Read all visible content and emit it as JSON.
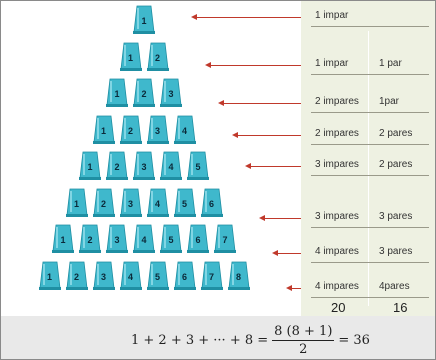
{
  "rows": [
    {
      "cups": [
        "1"
      ],
      "odd": "1 impar",
      "even": ""
    },
    {
      "cups": [
        "1",
        "2"
      ],
      "odd": "1 impar",
      "even": "1 par"
    },
    {
      "cups": [
        "1",
        "2",
        "3"
      ],
      "odd": "2 impares",
      "even": "1par"
    },
    {
      "cups": [
        "1",
        "2",
        "3",
        "4"
      ],
      "odd": "2 impares",
      "even": "2 pares"
    },
    {
      "cups": [
        "1",
        "2",
        "3",
        "4",
        "5"
      ],
      "odd": "3 impares",
      "even": "2 pares"
    },
    {
      "cups": [
        "1",
        "2",
        "3",
        "4",
        "5",
        "6"
      ],
      "odd": "3 impares",
      "even": "3 pares"
    },
    {
      "cups": [
        "1",
        "2",
        "3",
        "4",
        "5",
        "6",
        "7"
      ],
      "odd": "4 impares",
      "even": "3 pares"
    },
    {
      "cups": [
        "1",
        "2",
        "3",
        "4",
        "5",
        "6",
        "7",
        "8"
      ],
      "odd": "4 impares",
      "even": "4pares"
    }
  ],
  "totals": {
    "odd": "20",
    "even": "16"
  },
  "formula": {
    "lhs": "1 + 2 + 3 + ··· + 8 =",
    "numerator": "8 (8 + 1)",
    "denominator": "2",
    "result": "= 36"
  },
  "colors": {
    "cup": "#3fb8cc",
    "cup_dark": "#1f8fa3",
    "arrow": "#c0392b",
    "table_bg": "#eef1e2"
  }
}
